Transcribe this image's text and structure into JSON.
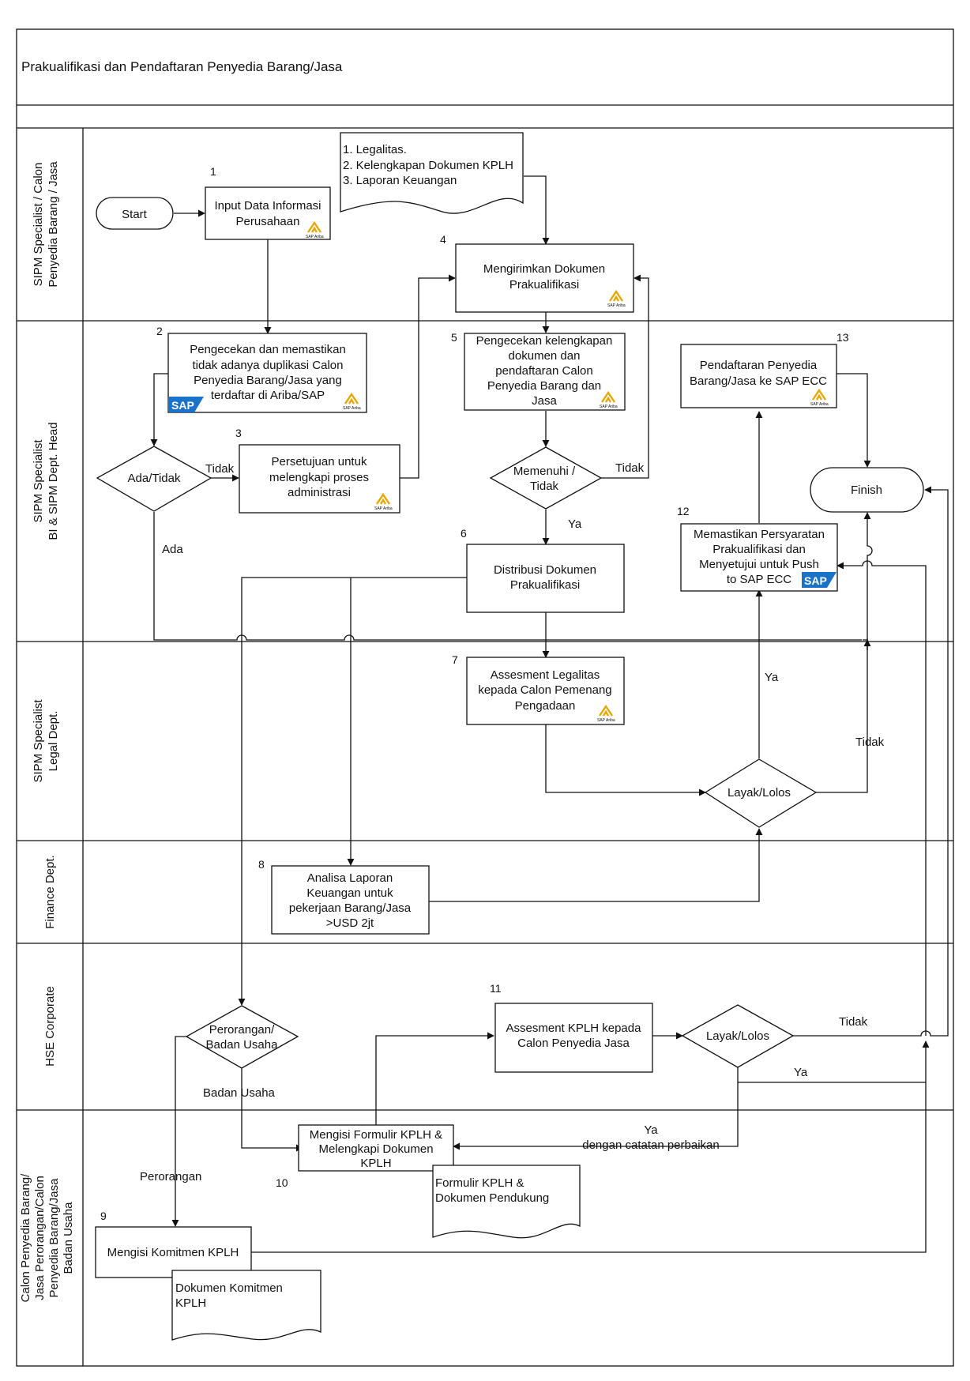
{
  "title": "Prakualifikasi dan Pendaftaran Penyedia Barang/Jasa",
  "lanes": {
    "l1": [
      "SIPM Specialist / Calon",
      "Penyedia Barang / Jasa"
    ],
    "l2": [
      "SIPM Specialist",
      "BI & SIPM Dept. Head"
    ],
    "l3": [
      "SIPM Specialist",
      "Legal Dept."
    ],
    "l4": [
      "Finance Dept."
    ],
    "l5": [
      "HSE Corporate"
    ],
    "l6": [
      "Calon Penyedia Barang/",
      "Jasa Perorangan/Calon",
      "Penyedia Barang/Jasa",
      "Badan Usaha"
    ]
  },
  "terminals": {
    "start": "Start",
    "finish": "Finish"
  },
  "steps": {
    "s1": {
      "num": "1",
      "lines": [
        "Input Data Informasi",
        "Perusahaan"
      ]
    },
    "s2": {
      "num": "2",
      "lines": [
        "Pengecekan dan memastikan",
        "tidak adanya duplikasi Calon",
        "Penyedia Barang/Jasa yang",
        "terdaftar di Ariba/SAP"
      ]
    },
    "s3": {
      "num": "3",
      "lines": [
        "Persetujuan untuk",
        "melengkapi proses",
        "administrasi"
      ]
    },
    "s4": {
      "num": "4",
      "lines": [
        "Mengirimkan Dokumen",
        "Prakualifikasi"
      ]
    },
    "s5": {
      "num": "5",
      "lines": [
        "Pengecekan kelengkapan",
        "dokumen dan",
        "pendaftaran Calon",
        "Penyedia Barang dan",
        "Jasa"
      ]
    },
    "s6": {
      "num": "6",
      "lines": [
        "Distribusi Dokumen",
        "Prakualifikasi"
      ]
    },
    "s7": {
      "num": "7",
      "lines": [
        "Assesment Legalitas",
        "kepada Calon Pemenang",
        "Pengadaan"
      ]
    },
    "s8": {
      "num": "8",
      "lines": [
        "Analisa Laporan",
        "Keuangan untuk",
        "pekerjaan Barang/Jasa",
        ">USD 2jt"
      ]
    },
    "s9": {
      "num": "9",
      "lines": [
        "Mengisi Komitmen KPLH"
      ]
    },
    "s10": {
      "num": "10",
      "lines": [
        "Mengisi Formulir KPLH &",
        "Melengkapi Dokumen",
        "KPLH"
      ]
    },
    "s11": {
      "num": "11",
      "lines": [
        "Assesment KPLH kepada",
        "Calon Penyedia Jasa"
      ]
    },
    "s12": {
      "num": "12",
      "lines": [
        "Memastikan Persyaratan",
        "Prakualifikasi dan",
        "Menyetujui untuk Push",
        "to SAP ECC"
      ]
    },
    "s13": {
      "num": "13",
      "lines": [
        "Pendaftaran Penyedia",
        "Barang/Jasa ke SAP ECC"
      ]
    }
  },
  "decisions": {
    "d1": [
      "Ada/Tidak"
    ],
    "d2": [
      "Memenuhi /",
      "Tidak"
    ],
    "d3": [
      "Layak/Lolos"
    ],
    "d4": [
      "Perorangan/",
      "Badan Usaha"
    ],
    "d5": [
      "Layak/Lolos"
    ]
  },
  "documents": {
    "doc1": [
      "1. Legalitas.",
      "2. Kelengkapan Dokumen KPLH",
      "3. Laporan Keuangan"
    ],
    "doc2": [
      "Formulir KPLH &",
      "Dokumen Pendukung"
    ],
    "doc3": [
      "Dokumen Komitmen",
      "KPLH"
    ]
  },
  "labels": {
    "tidak1": "Tidak",
    "ada": "Ada",
    "tidak2": "Tidak",
    "ya1": "Ya",
    "ya2": "Ya",
    "tidak3": "Tidak",
    "badan_usaha": "Badan Usaha",
    "perorangan": "Perorangan",
    "tidak4": "Tidak",
    "ya3": "Ya",
    "ya4": [
      "Ya",
      "dengan catatan perbaikan"
    ]
  },
  "logos": {
    "ariba": "SAP Ariba",
    "sap": "SAP",
    "ariba_icon": "ariba-logo-icon",
    "sap_icon": "sap-logo-icon"
  }
}
